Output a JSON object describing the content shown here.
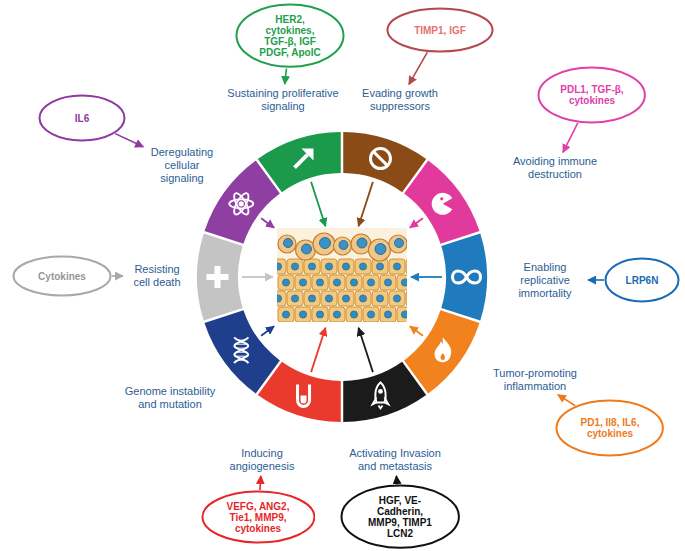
{
  "diagram": {
    "nodes": [
      {
        "text": [
          "HER2, cytokines, TGF-β, IGF PDGF, ApoIC"
        ]
      },
      {
        "text": [
          "Sustaining proliferative signaling"
        ]
      },
      {
        "text": [
          "TIMP1, IGF"
        ]
      },
      {
        "text": [
          "Evading growth suppressors"
        ]
      },
      {
        "text": [
          "PDL1, TGF-β, cytokines"
        ]
      },
      {
        "text": [
          "Avoiding immune destruction"
        ]
      },
      {
        "text": [
          "LRP6N"
        ]
      },
      {
        "text": [
          "Enabling replicative immortality"
        ]
      },
      {
        "text": [
          "PD1, Il8, IL6, cytokines"
        ]
      },
      {
        "text": [
          "Tumor-promoting inflammation"
        ]
      },
      {
        "text": [
          "HGF, VE-Cadherin, MMP9, TIMP1 LCN2"
        ]
      },
      {
        "text": [
          "Activating Invasion and metastasis"
        ]
      },
      {
        "text": [
          "VEFG, ANG2, Tie1, MMP9, cytokines"
        ]
      },
      {
        "text": [
          "Inducing angiogenesis"
        ]
      },
      {
        "text": [
          "Genome instability and mutation"
        ]
      },
      {
        "text": [
          "Cytokines"
        ]
      },
      {
        "text": [
          "Resisting cell death"
        ]
      },
      {
        "text": [
          "IL6"
        ]
      },
      {
        "text": [
          "Deregulating cellular signaling"
        ]
      }
    ],
    "edges": [
      {
        "from": 0,
        "to": 1,
        "arrow": "to"
      },
      {
        "from": 2,
        "to": 3,
        "arrow": "to"
      },
      {
        "from": 4,
        "to": 5,
        "arrow": "to"
      },
      {
        "from": 6,
        "to": 7,
        "arrow": "to"
      },
      {
        "from": 8,
        "to": 9,
        "arrow": "to"
      },
      {
        "from": 10,
        "to": 11,
        "arrow": "to"
      },
      {
        "from": 12,
        "to": 13,
        "arrow": "to"
      },
      {
        "from": 15,
        "to": 16,
        "arrow": "to"
      },
      {
        "from": 17,
        "to": 18,
        "arrow": "to"
      }
    ]
  }
}
